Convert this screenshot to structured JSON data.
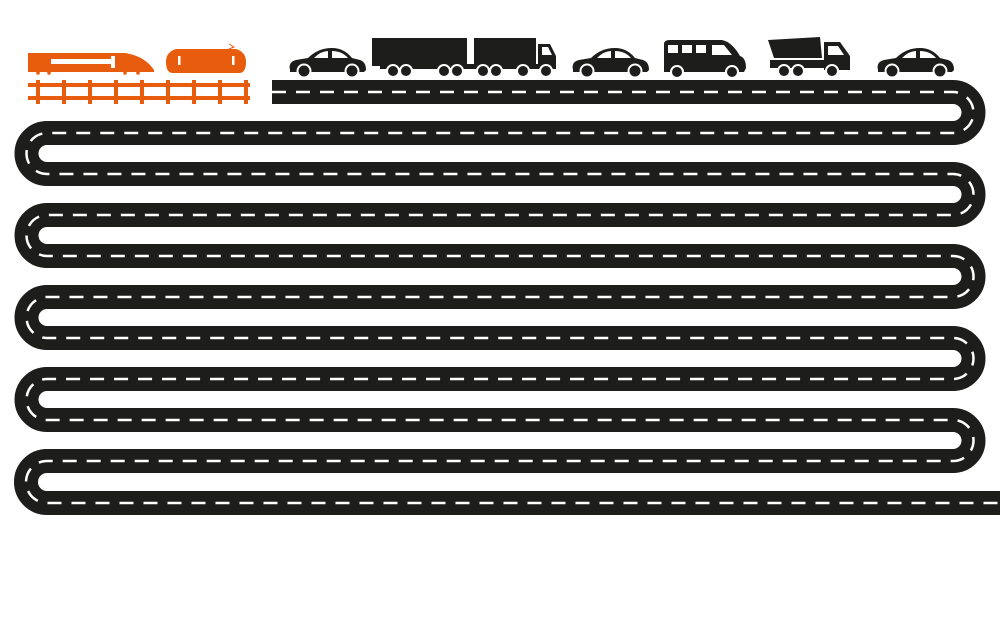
{
  "colors": {
    "road": "#1d1d1b",
    "lane_marking": "#ffffff",
    "rail": "#e85c0d",
    "vehicle": "#1d1d1b"
  },
  "illustration": {
    "rail_vehicles": [
      "high-speed-train",
      "locomotive"
    ],
    "road_vehicles": [
      "car",
      "semi-truck",
      "car",
      "van",
      "dump-truck",
      "car"
    ],
    "road_row_count": 11
  }
}
